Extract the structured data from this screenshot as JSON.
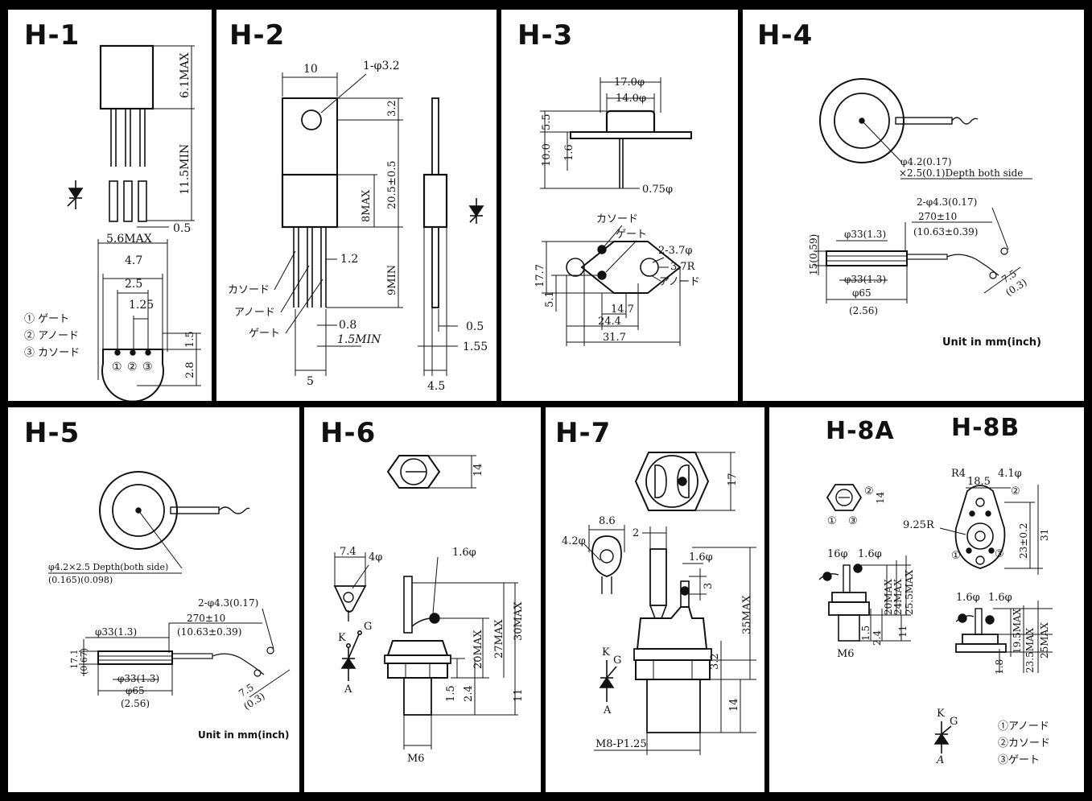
{
  "panels": {
    "h1": {
      "title": "H-1",
      "dims": [
        "6.1MAX",
        "11.5MIN",
        "0.5",
        "5.6MAX",
        "4.7",
        "2.5",
        "1.25",
        "1.5",
        "2.8"
      ],
      "pins": [
        "①",
        "②",
        "③"
      ],
      "legend": [
        "① ゲート",
        "② アノード",
        "③ カソード"
      ]
    },
    "h2": {
      "title": "H-2",
      "dims": [
        "10",
        "1-φ3.2",
        "3.2",
        "20.5±0.5",
        "8MAX",
        "9MIN",
        "1.2",
        "0.8",
        "1.5MIN",
        "5",
        "0.5",
        "1.55",
        "4.5"
      ],
      "labels": [
        "カソード",
        "アノード",
        "ゲート"
      ]
    },
    "h3": {
      "title": "H-3",
      "dims": [
        "17.0φ",
        "14.0φ",
        "5.5",
        "10.0",
        "1.6",
        "0.75φ",
        "2-3.7φ",
        "3.7R",
        "17.7",
        "5.1",
        "14.7",
        "24.4",
        "31.7"
      ],
      "labels": [
        "カソード",
        "ゲート",
        "アノード"
      ]
    },
    "h4": {
      "title": "H-4",
      "dims": [
        "φ4.2(0.17)",
        "×2.5(0.1)Depth both side",
        "2-φ4.3(0.17)",
        "270±10",
        "(10.63±0.39)",
        "φ33(1.3)",
        "15(0.59)",
        "φ33(1.3)",
        "φ65",
        "(2.56)",
        "7.5",
        "(0.3)"
      ],
      "unit": "Unit in mm(inch)"
    },
    "h5": {
      "title": "H-5",
      "dims": [
        "φ4.2×2.5 Depth(both side)",
        "(0.165)(0.098)",
        "2-φ4.3(0.17)",
        "270±10",
        "(10.63±0.39)",
        "φ33(1.3)",
        "17.1",
        "(0.67)",
        "φ33(1.3)",
        "φ65",
        "(2.56)",
        "7.5",
        "(0.3)"
      ],
      "unit": "Unit in mm(inch)"
    },
    "h6": {
      "title": "H-6",
      "dims": [
        "14",
        "7.4",
        "4φ",
        "1.6φ",
        "20MAX",
        "27MAX",
        "30MAX",
        "1.5",
        "2.4",
        "11",
        "M6"
      ],
      "symbol": [
        "K",
        "G",
        "A"
      ]
    },
    "h7": {
      "title": "H-7",
      "dims": [
        "17",
        "8.6",
        "4.2φ",
        "2",
        "1.6φ",
        "3",
        "35MAX",
        "3.2",
        "14",
        "M8-P1.25"
      ],
      "symbol": [
        "K",
        "G",
        "A"
      ]
    },
    "h8": {
      "title_a": "H-8A",
      "title_b": "H-8B",
      "dims_a": [
        "②",
        "14",
        "①",
        "③",
        "16φ",
        "1.6φ",
        "20MAX",
        "24MAX",
        "25.5MAX",
        "11",
        "1.5",
        "2.4",
        "M6"
      ],
      "dims_b": [
        "R4",
        "18.5",
        "4.1φ",
        "②",
        "9.25R",
        "23±0.2",
        "31",
        "①",
        "③",
        "1.6φ",
        "1.6φ",
        "19.5MAX",
        "23.5MAX",
        "25MAX",
        "1.8"
      ],
      "symbol": [
        "K",
        "G",
        "A"
      ],
      "legend": [
        "①アノード",
        "②カソード",
        "③ゲート"
      ]
    }
  }
}
